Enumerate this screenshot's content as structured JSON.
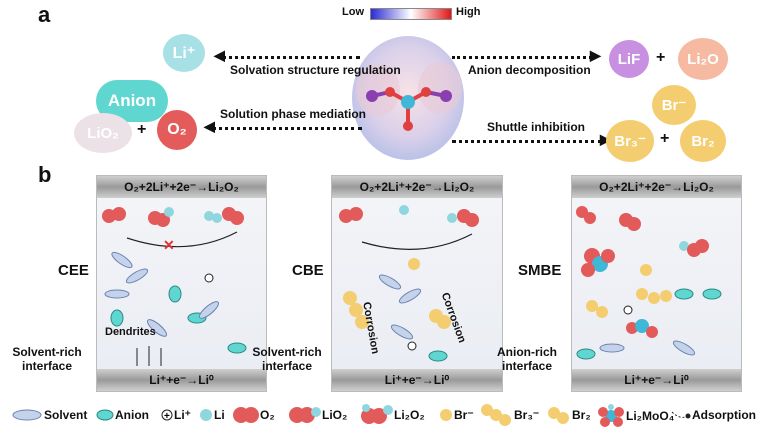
{
  "panel_a": {
    "letter": "a",
    "scale_low": "Low",
    "scale_high": "High",
    "left_labels": [
      "Solvation structure regulation",
      "Solution phase mediation"
    ],
    "right_labels": [
      "Anion decomposition",
      "Shuttle inhibition"
    ],
    "bubbles": {
      "li": "Li⁺",
      "anion": "Anion",
      "lio2": "LiO₂",
      "o2": "O₂",
      "lif": "LiF",
      "li2o": "Li₂O",
      "br": "Br⁻",
      "br3": "Br₃⁻",
      "br2": "Br₂"
    },
    "plus": "+",
    "colors": {
      "li": "#9fdfe4",
      "anion": "#5fd5cf",
      "lio2": "#e9dde2",
      "o2": "#e45a5a",
      "lif": "#c58ee0",
      "li2o": "#f6b7a0",
      "br": "#f3cc6e"
    }
  },
  "panel_b": {
    "letter": "b",
    "top_reaction": "O₂+2Li⁺+2e⁻→Li₂O₂",
    "bottom_reaction": "Li⁺+e⁻→Li⁰",
    "electron": "e⁻",
    "cells": [
      {
        "title": "CEE",
        "side_label": "Solvent-rich interface",
        "note": "Dendrites"
      },
      {
        "title": "CBE",
        "side_label": "Solvent-rich interface",
        "corrosion": "Corrosion"
      },
      {
        "title": "SMBE",
        "side_label": "Anion-rich interface"
      }
    ]
  },
  "legend": [
    {
      "icon": "solvent-icon",
      "label": "Solvent"
    },
    {
      "icon": "anion-icon",
      "label": "Anion"
    },
    {
      "icon": "li-ion-icon",
      "label": "Li⁺"
    },
    {
      "icon": "li-icon",
      "label": "Li"
    },
    {
      "icon": "o2-icon",
      "label": "O₂"
    },
    {
      "icon": "lio2-icon",
      "label": "LiO₂"
    },
    {
      "icon": "li2o2-icon",
      "label": "Li₂O₂"
    },
    {
      "icon": "br-icon",
      "label": "Br⁻"
    },
    {
      "icon": "br3-icon",
      "label": "Br₃⁻"
    },
    {
      "icon": "br2-icon",
      "label": "Br₂"
    },
    {
      "icon": "li2moo4-icon",
      "label": "Li₂MoO₄"
    },
    {
      "icon": "adsorption-icon",
      "label": "Adsorption"
    }
  ]
}
